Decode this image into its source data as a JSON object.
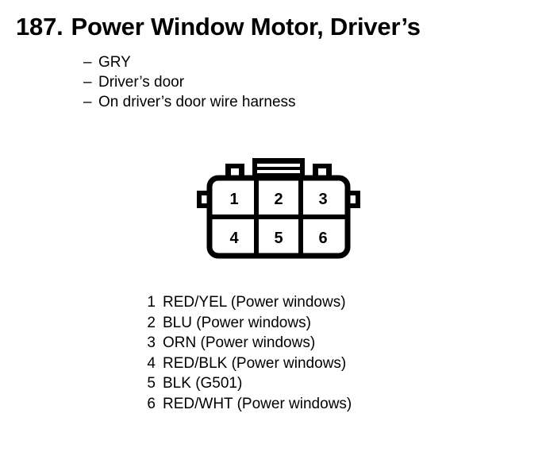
{
  "title": {
    "number": "187.",
    "text": "Power Window Motor, Driver’s"
  },
  "bullets": {
    "dash": "–",
    "items": [
      "GRY",
      "Driver’s door",
      "On driver’s door wire harness"
    ]
  },
  "connector": {
    "name": "6-cavity connector",
    "rows": 2,
    "columns": 3,
    "cavity_labels": [
      [
        "1",
        "2",
        "3"
      ],
      [
        "4",
        "5",
        "6"
      ]
    ],
    "line_color": "#000000",
    "fill_color": "#ffffff"
  },
  "pin_legend": {
    "rows": [
      {
        "pin": "1",
        "label": "RED/YEL (Power windows)"
      },
      {
        "pin": "2",
        "label": "BLU (Power windows)"
      },
      {
        "pin": "3",
        "label": "ORN (Power windows)"
      },
      {
        "pin": "4",
        "label": "RED/BLK (Power windows)"
      },
      {
        "pin": "5",
        "label": "BLK (G501)"
      },
      {
        "pin": "6",
        "label": "RED/WHT (Power windows)"
      }
    ]
  }
}
